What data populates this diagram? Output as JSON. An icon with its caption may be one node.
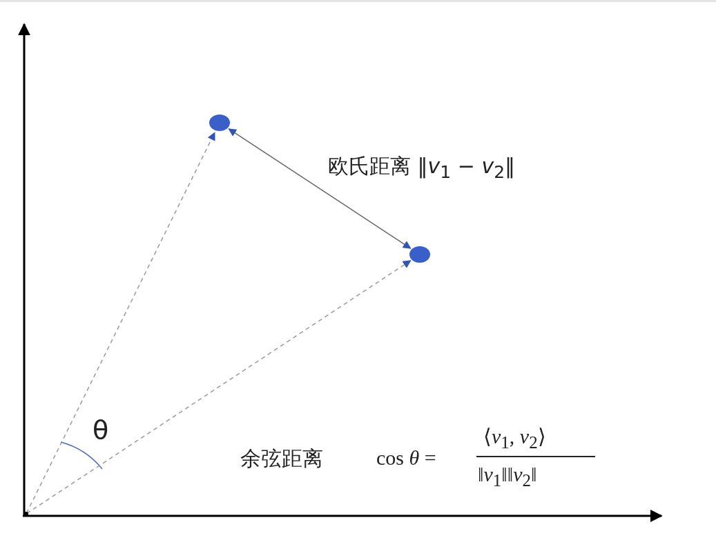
{
  "diagram": {
    "nodes": [
      {
        "text": [],
        "shape": "point"
      },
      {
        "text": [],
        "shape": "circle"
      },
      {
        "text": [],
        "shape": "circle"
      }
    ],
    "edges": [
      {
        "from": 0,
        "to": 1,
        "arrow": "to",
        "style": "dashed"
      },
      {
        "from": 0,
        "to": 2,
        "arrow": "to",
        "style": "dashed"
      },
      {
        "from": 1,
        "to": 2,
        "arrow": "both"
      }
    ],
    "labels": [
      "欧氏距离 ‖*v*$_{1}$ − *v*$_{2}$‖",
      "θ",
      "余弦距离",
      "cos *θ* =",
      "⟨*v*$_{1}$, *v*$_{2}$⟩",
      "‖*v*$_{1}$‖‖*v*$_{2}$‖"
    ]
  }
}
